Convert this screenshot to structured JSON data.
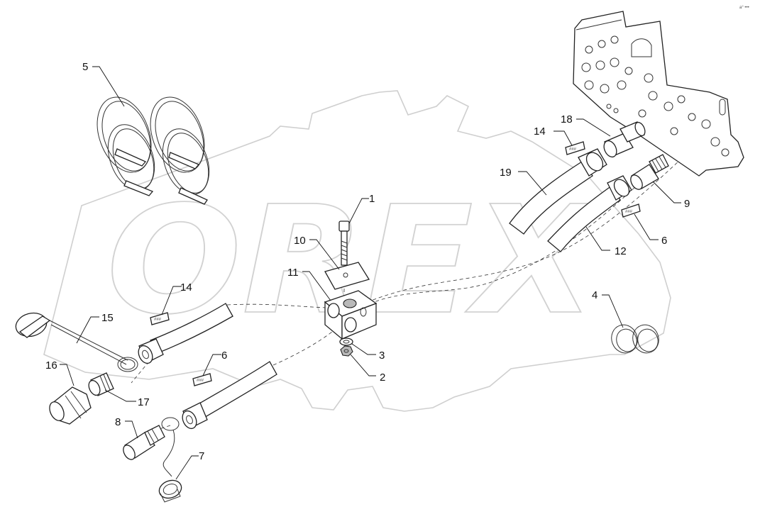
{
  "watermark": "OREX",
  "corner_mark": "a° •••",
  "callouts": [
    "1",
    "2",
    "3",
    "4",
    "5",
    "6",
    "6",
    "7",
    "8",
    "9",
    "10",
    "11",
    "12",
    "14",
    "14",
    "15",
    "16",
    "17",
    "18",
    "19"
  ]
}
